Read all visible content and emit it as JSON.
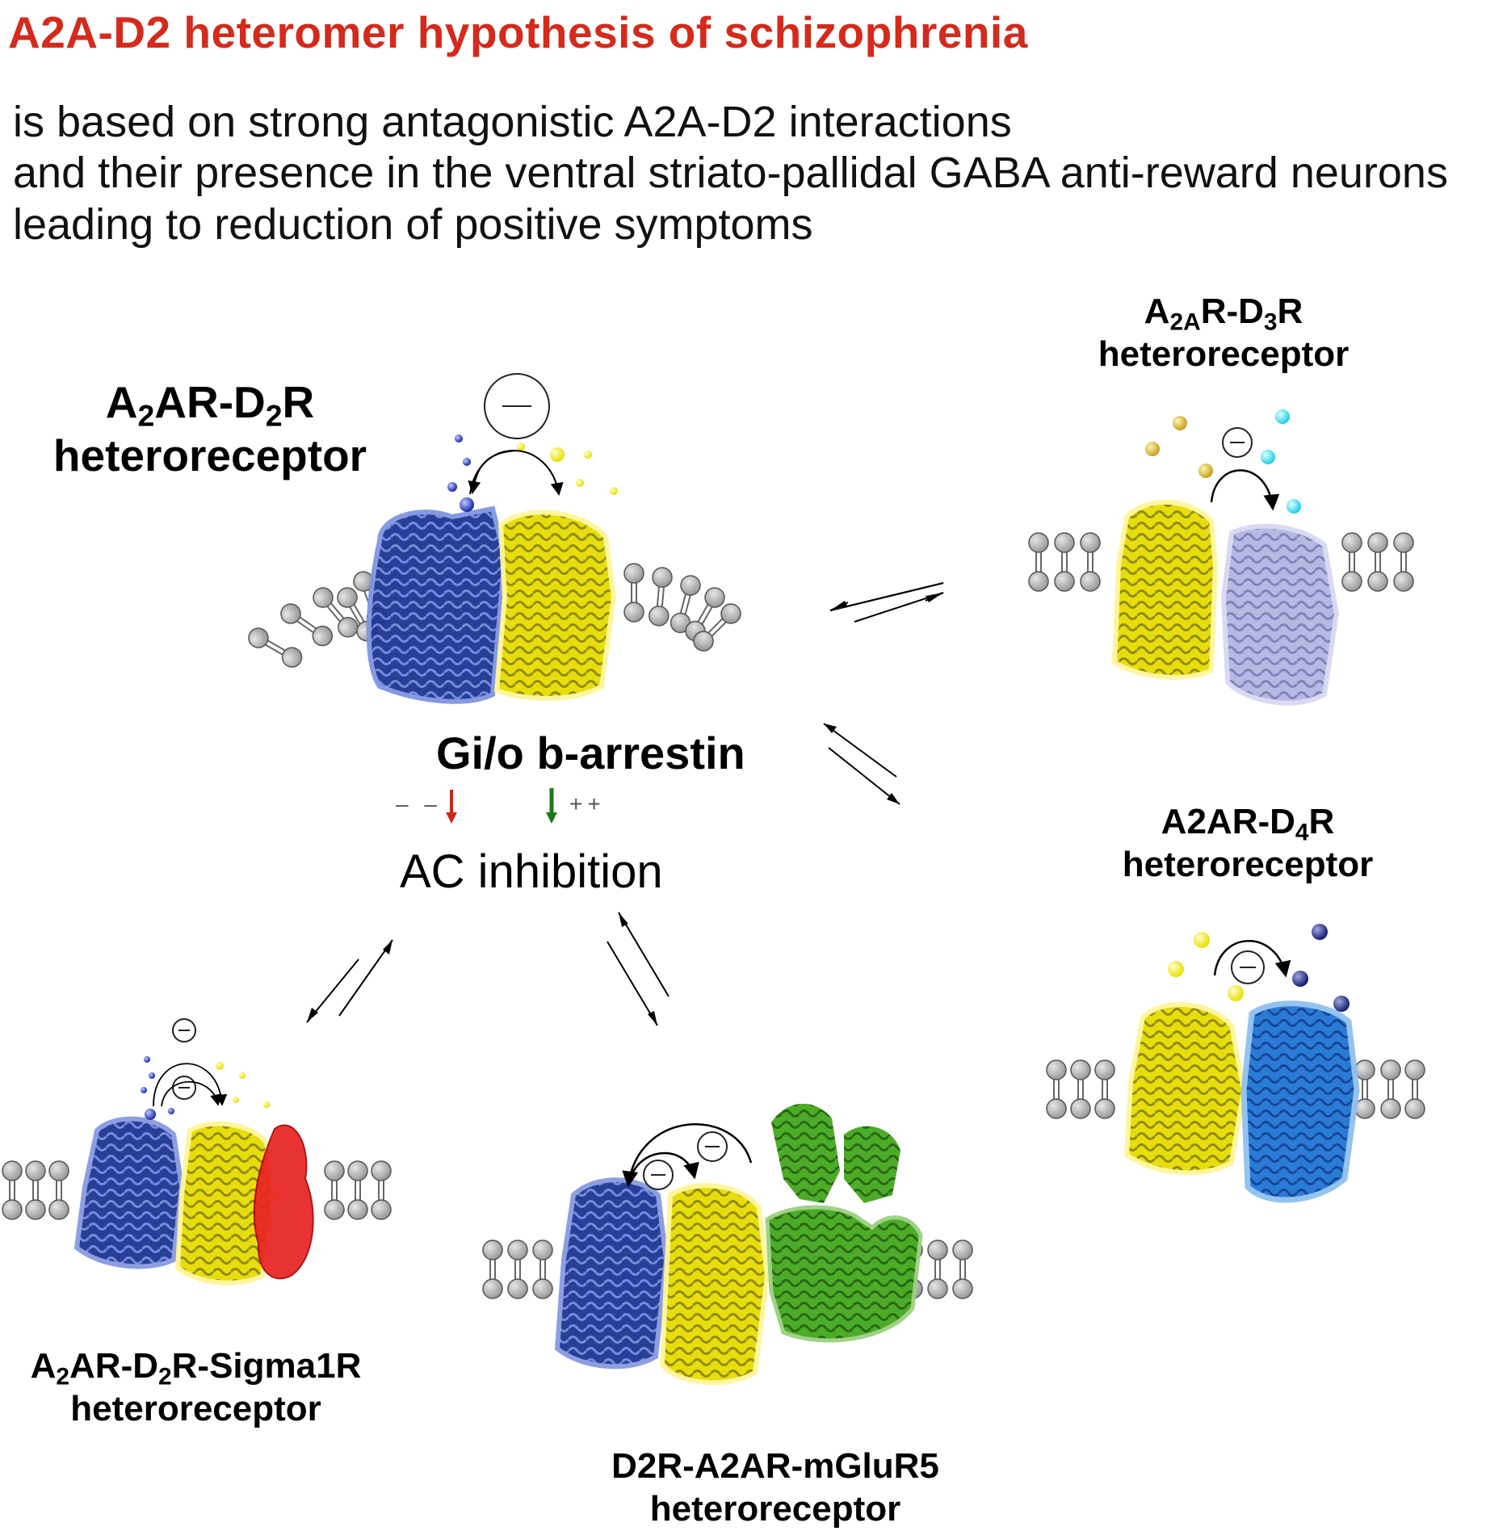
{
  "title": "A2A-D2  heteromer hypothesis of schizophrenia",
  "intro": {
    "line1": "is based on strong antagonistic A2A-D2 interactions",
    "line2": "and their presence in the ventral striato-pallidal GABA anti-reward neurons",
    "line3": "leading to reduction of positive symptoms"
  },
  "receptors": {
    "a2a_d2": {
      "p1": "A",
      "s1": "2",
      "p2": "AR-D",
      "s2": "2",
      "p3": "R",
      "line2": "heteroreceptor"
    },
    "a2a_d3": {
      "p1": "A",
      "s1": "2A",
      "p2": "R-D",
      "s2": "3",
      "p3": "R",
      "line2": "heteroreceptor"
    },
    "a2a_d4": {
      "p1": "A2AR-D",
      "s1": "4",
      "p2": "R",
      "line2": "heteroreceptor"
    },
    "sigma": {
      "p1": "A",
      "s1": "2",
      "p2": "AR-D",
      "s2": "2",
      "p3": "R-Sigma1R",
      "line2": "heteroreceptor"
    },
    "mglur5": {
      "line1": "D2R-A2AR-mGluR5",
      "line2": "heteroreceptor"
    }
  },
  "signaling": {
    "pathways": "Gi/o b-arrestin",
    "gi_sign": "– –",
    "barrestin_sign": "++",
    "result": "AC inhibition",
    "inhibition_symbol": "—"
  },
  "colors": {
    "title": "#d42a1c",
    "a2a": "#e8e000",
    "d2": "#1a2e8c",
    "d3": "#aeb0dc",
    "d4": "#1a6fd0",
    "sigma1r": "#e01818",
    "mglur5": "#3a9a1a",
    "membrane": "#b8b8b8",
    "down_arrow_gi": "#c8281a",
    "down_arrow_barrestin": "#1a7a1a"
  },
  "icons": [
    "inhibition-circle-icon",
    "curved-arrow-icon",
    "equilibrium-arrows-icon",
    "lipid-bilayer-icon",
    "ligand-ball-icon"
  ]
}
